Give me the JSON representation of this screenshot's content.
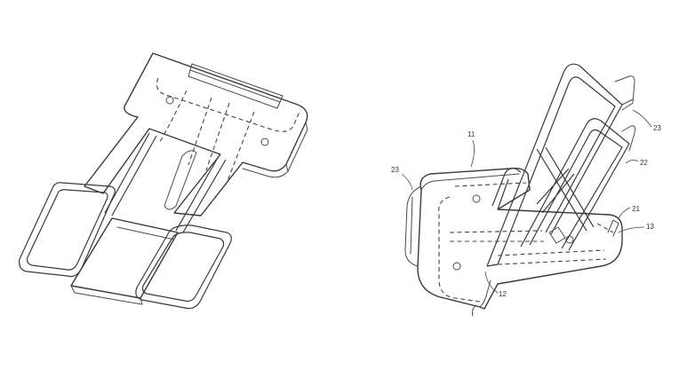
{
  "figure_left": {},
  "figure_right": {
    "labels": {
      "l11": "11",
      "l12": "12",
      "l13": "13",
      "l21": "21",
      "l22": "22",
      "l23_left": "23",
      "l23_right": "23"
    }
  },
  "colors": {
    "line": "#3a3a3a",
    "background": "#ffffff"
  }
}
